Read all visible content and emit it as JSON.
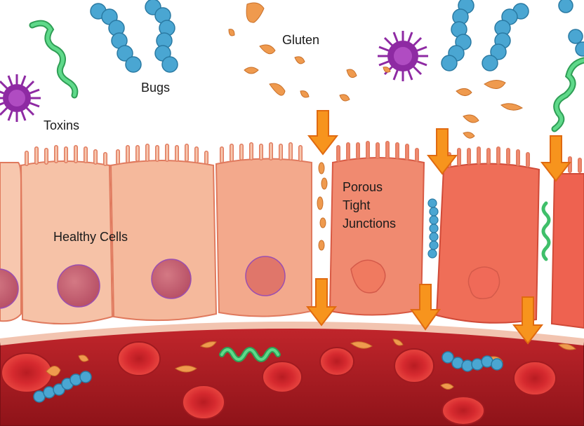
{
  "labels": {
    "toxins": "Toxins",
    "bugs": "Bugs",
    "gluten": "Gluten",
    "healthy_cells": "Healthy Cells",
    "porous_line1": "Porous",
    "porous_line2": "Tight",
    "porous_line3": "Junctions"
  },
  "colors": {
    "toxin": "#8e2aa3",
    "bug": "#4aa6d2",
    "gluten": "#ef9a4e",
    "strand": "#3fbf6a",
    "arrow": "#f7941d",
    "healthy_cell": "#f6bfa3",
    "inflamed_cell": "#ef6a52",
    "blood_vessel": "#a81d22",
    "red_blood_cell": "#d9272e"
  },
  "icons": [
    "toxin-virus-icon",
    "bug-chain-icon",
    "gluten-fragment-icon",
    "green-strand-icon",
    "down-arrow-icon",
    "red-blood-cell-icon"
  ]
}
